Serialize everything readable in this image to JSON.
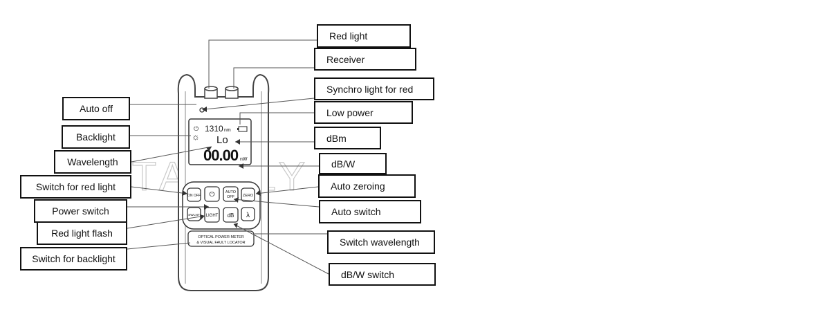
{
  "labels": {
    "red_light": "Red light",
    "receiver": "Receiver",
    "synchro_light": "Synchro light for red",
    "low_power": "Low power",
    "dbm": "dBm",
    "db_w": "dB/W",
    "auto_zeroing": "Auto zeroing",
    "auto_switch": "Auto switch",
    "switch_wavelength": "Switch wavelength",
    "db_w_switch": "dB/W switch",
    "auto_off": "Auto off",
    "backlight": "Backlight",
    "wavelength": "Wavelength",
    "switch_red_light": "Switch for red light",
    "power_switch": "Power switch",
    "red_light_flash": "Red light flash",
    "switch_backlight": "Switch for backlight"
  },
  "device": {
    "lcd_wavelength": "1310",
    "lcd_wavelength_unit": "nm",
    "lcd_mode": "Lo",
    "lcd_value": "00.00",
    "lcd_value_unit": "nW",
    "btn_on_off": "ON OFF",
    "btn_power_symbol": "⏻",
    "btn_auto_off_1": "AUTO",
    "btn_auto_off_2": "OFF",
    "btn_zero": "ZERO",
    "btn_swlnt": "SWLNT",
    "btn_light": "LIGHT",
    "btn_db": "dB",
    "btn_lambda": "λ",
    "nameplate_line1": "OPTICAL POWER METER",
    "nameplate_line2": "& VISUAL FAULT LOCATOR"
  },
  "watermark": "TAKFLY"
}
